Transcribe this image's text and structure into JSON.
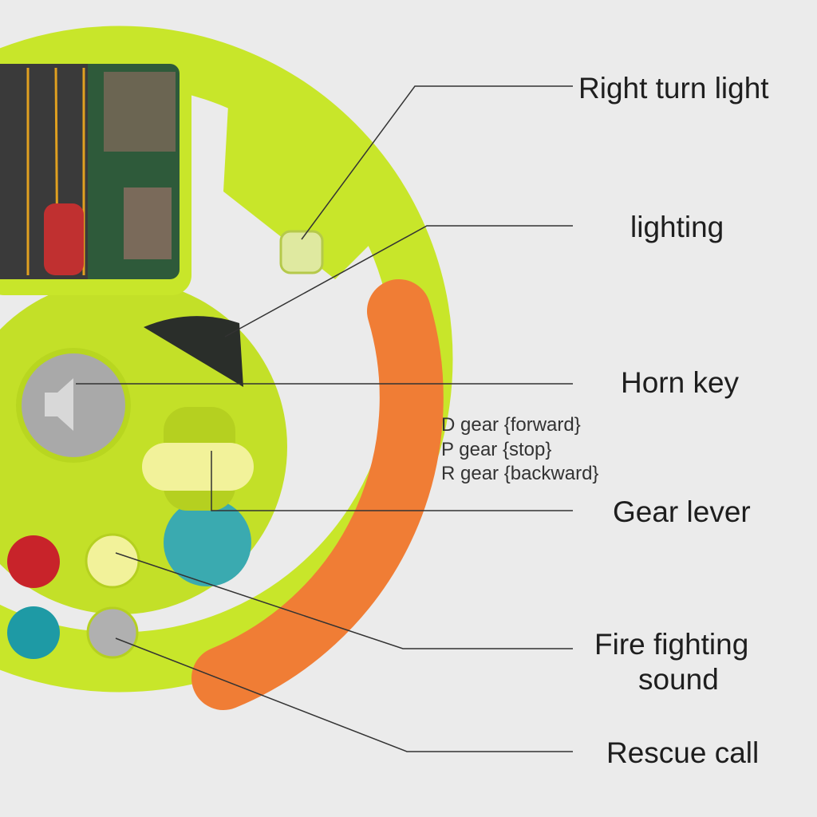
{
  "labels": {
    "right_turn_light": "Right turn light",
    "lighting": "lighting",
    "horn_key": "Horn key",
    "gear_lever": "Gear lever",
    "fire_fighting_line1": "Fire fighting",
    "fire_fighting_line2": "sound",
    "rescue_call": "Rescue call"
  },
  "gear_modes": [
    "D gear {forward}",
    "P gear {stop}",
    "R gear {backward}"
  ],
  "colors": {
    "background": "#ebebeb",
    "wheel": "#c8e62a",
    "grip": "#f07d35",
    "horn": "#a8a8a8",
    "button_red": "#c8232a",
    "button_teal": "#1e9aa5",
    "button_yellow": "#f2f29a",
    "line": "#333333"
  }
}
